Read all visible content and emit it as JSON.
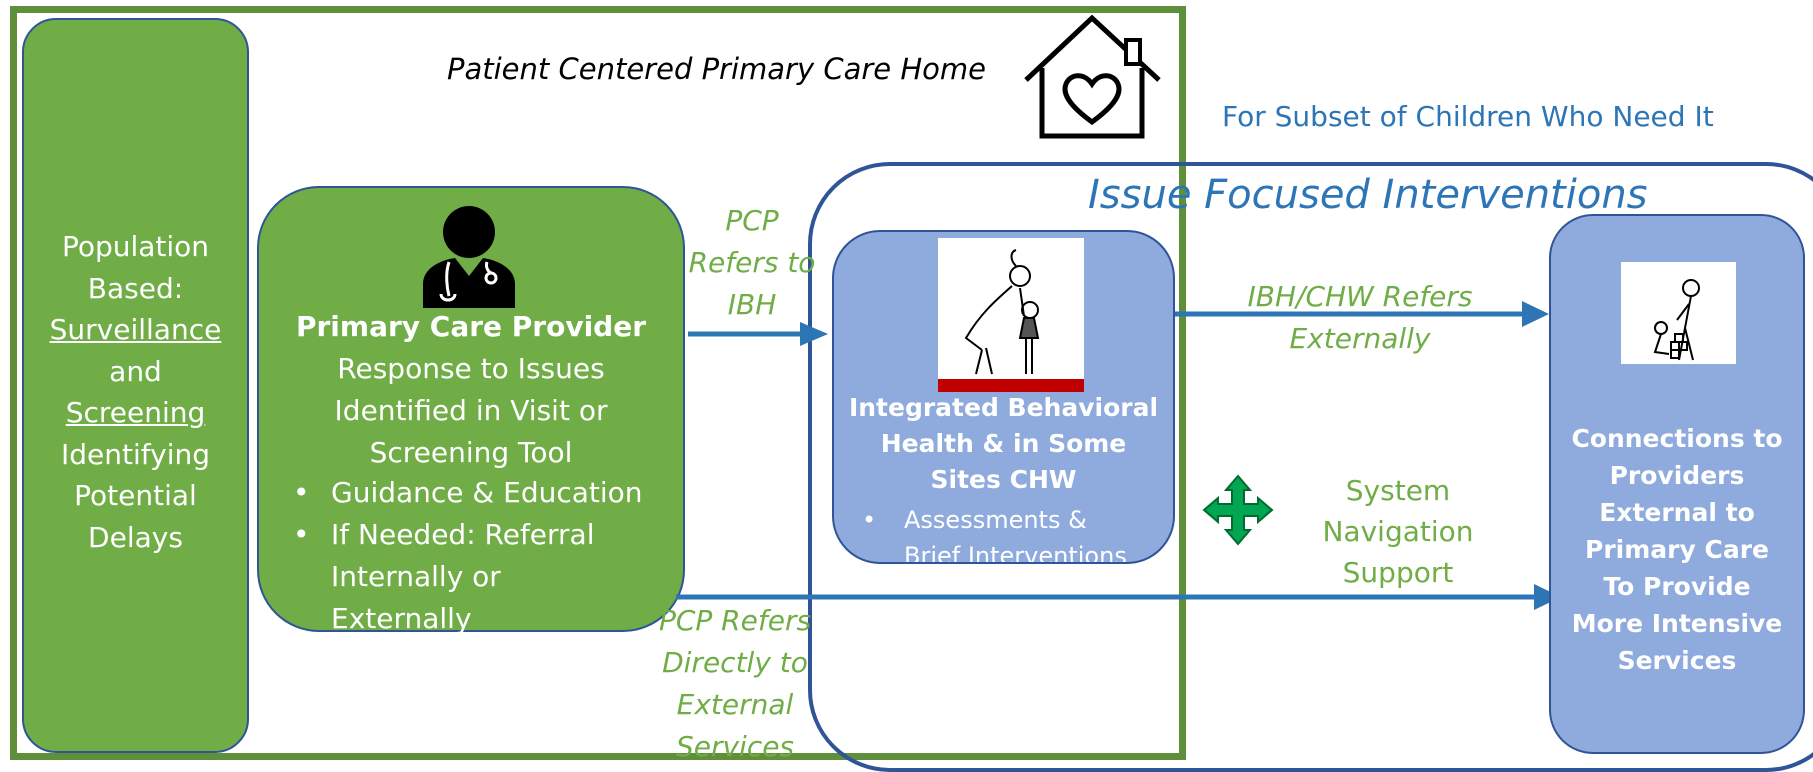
{
  "title": "Patient Centered Primary Care Home",
  "subset_label": "For Subset of Children Who Need It",
  "issue_title": "Issue Focused Interventions",
  "population": {
    "lines": [
      "Population",
      "Based:",
      "Surveillance",
      "and",
      "Screening",
      "Identifying",
      "Potential",
      "Delays"
    ]
  },
  "pcp": {
    "title": "Primary Care Provider",
    "lines": [
      "Response to Issues",
      "Identified in Visit or",
      "Screening Tool"
    ],
    "bullet1": "Guidance & Education",
    "bullet2": "If Needed: Referral",
    "bullet2_cont": [
      "Internally or",
      "Externally"
    ]
  },
  "arrow_labels": {
    "pcp_refers_ibh": [
      "PCP",
      "Refers to",
      "IBH"
    ],
    "ibh_refers_external": [
      "IBH/CHW Refers",
      "Externally"
    ],
    "pcp_refers_direct": [
      "PCP Refers",
      "Directly to",
      "External",
      "Services"
    ]
  },
  "ibh": {
    "title_lines": [
      "Integrated Behavioral",
      "Health & in Some",
      "Sites CHW"
    ],
    "bullet_lines": [
      "Assessments &",
      "Brief Interventions"
    ]
  },
  "navigation": {
    "lines": [
      "System Navigation",
      "Support"
    ]
  },
  "connections": {
    "lines": [
      "Connections to",
      "Providers",
      "External to",
      "Primary Care",
      "To Provide",
      "More Intensive",
      "Services"
    ]
  },
  "colors": {
    "green_fill": "#70ad47",
    "blue_fill": "#8faadc",
    "outline_blue": "#2f5597",
    "text_blue": "#2e75b6",
    "arrow_blue": "#2e75b6",
    "frame_green": "#5f8f3a",
    "accent_red": "#c00000",
    "nav_icon_green": "#00a651"
  },
  "icons": [
    "house-heart-icon",
    "doctor-icon",
    "parent-child-icon",
    "caregiver-child-blocks-icon",
    "navigation-arrows-icon"
  ]
}
